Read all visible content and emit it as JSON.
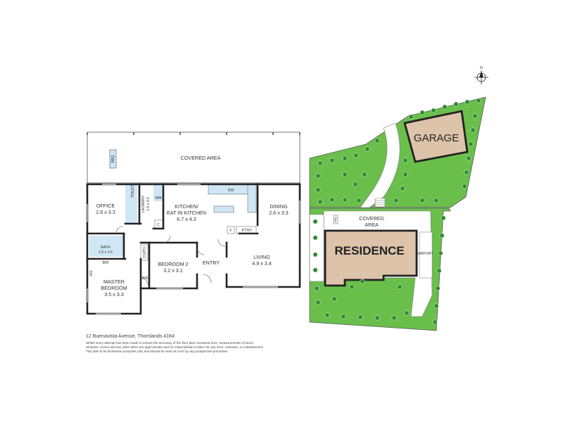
{
  "floorplan": {
    "rooms": {
      "covered_area": "COVERED AREA",
      "office": [
        "OFFICE",
        "2.6 x 3.3"
      ],
      "laundry": [
        "LAUNDRY",
        "1.6 x 3.0"
      ],
      "kitchen": [
        "KITCHEN/",
        "EAT IN KITCHEN",
        "6.7 x 4.3"
      ],
      "dining": [
        "DINING",
        "2.6 x 3.3"
      ],
      "bath": [
        "BATH",
        "2.6 x 1.6"
      ],
      "bedroom2": [
        "BEDROOM 2",
        "3.2 x 3.1"
      ],
      "entry": "ENTRY",
      "living": [
        "LIVING",
        "4.9 x 3.4"
      ],
      "master": [
        "MASTER",
        "BEDROOM",
        "3.5 x 3.3"
      ]
    },
    "fixtures": {
      "bbq": "BBQ",
      "wm": "WM",
      "dw": "DW",
      "pantry": "P'TRY",
      "fridge": "F",
      "cupboard_c": "C",
      "bir": "BIR",
      "cupd": "CUP'D",
      "aircon": "A/C",
      "toilet": "TOILET"
    }
  },
  "siteplan": {
    "garage": "GARAGE",
    "residence": "RESIDENCE",
    "covered_area": [
      "COVERED",
      "AREA"
    ],
    "carport": "CARPORT",
    "north": "N",
    "bbq": "BBQ"
  },
  "footer": {
    "address": "12 Buenavista Avenue, Thornlands 4164",
    "disclaimer": [
      "Whilst every attempt has been made to ensure the accuracy of the floor plan contained here, measurements of doors,",
      "windows, rooms and any other items are approximate and no responsibility is taken for any error, omission, or misstatement.",
      "This plan is for illustrative purposes only and should be used as such by any prospective purchaser."
    ]
  },
  "colors": {
    "wall": "#222222",
    "garage_fill": "#dcc3a9",
    "lawn": "#6abf4b",
    "tree": "#2e8b2e",
    "wet_area": "#cfe6f5"
  }
}
